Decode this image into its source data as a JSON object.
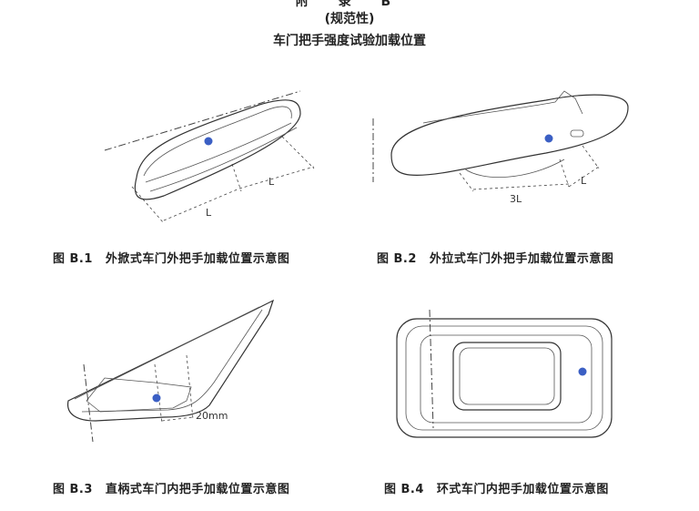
{
  "header": {
    "appendix": "附 录 B",
    "normative": "(规范性)",
    "title": "车门把手强度试验加载位置"
  },
  "figures": [
    {
      "number": "图 B.1",
      "caption": "外掀式车门外把手加载位置示意图",
      "dimension_labels": [
        "L",
        "L"
      ]
    },
    {
      "number": "图 B.2",
      "caption": "外拉式车门外把手加载位置示意图",
      "dimension_labels": [
        "3L",
        "L"
      ]
    },
    {
      "number": "图 B.3",
      "caption": "直柄式车门内把手加载位置示意图",
      "dimension_labels": [
        "20mm"
      ]
    },
    {
      "number": "图 B.4",
      "caption": "环式车门内把手加载位置示意图",
      "dimension_labels": []
    }
  ],
  "colors": {
    "load_point": "#3b5fc4",
    "line": "#333333"
  }
}
